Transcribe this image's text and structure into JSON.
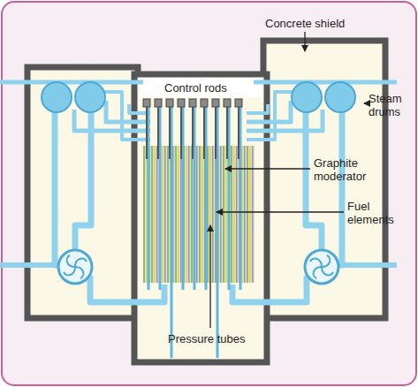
{
  "diagram": {
    "labels": [
      "Concrete shield",
      "Control rods",
      "Steam drums",
      "Graphite moderator",
      "Fuel elements",
      "Pressure tubes"
    ]
  }
}
